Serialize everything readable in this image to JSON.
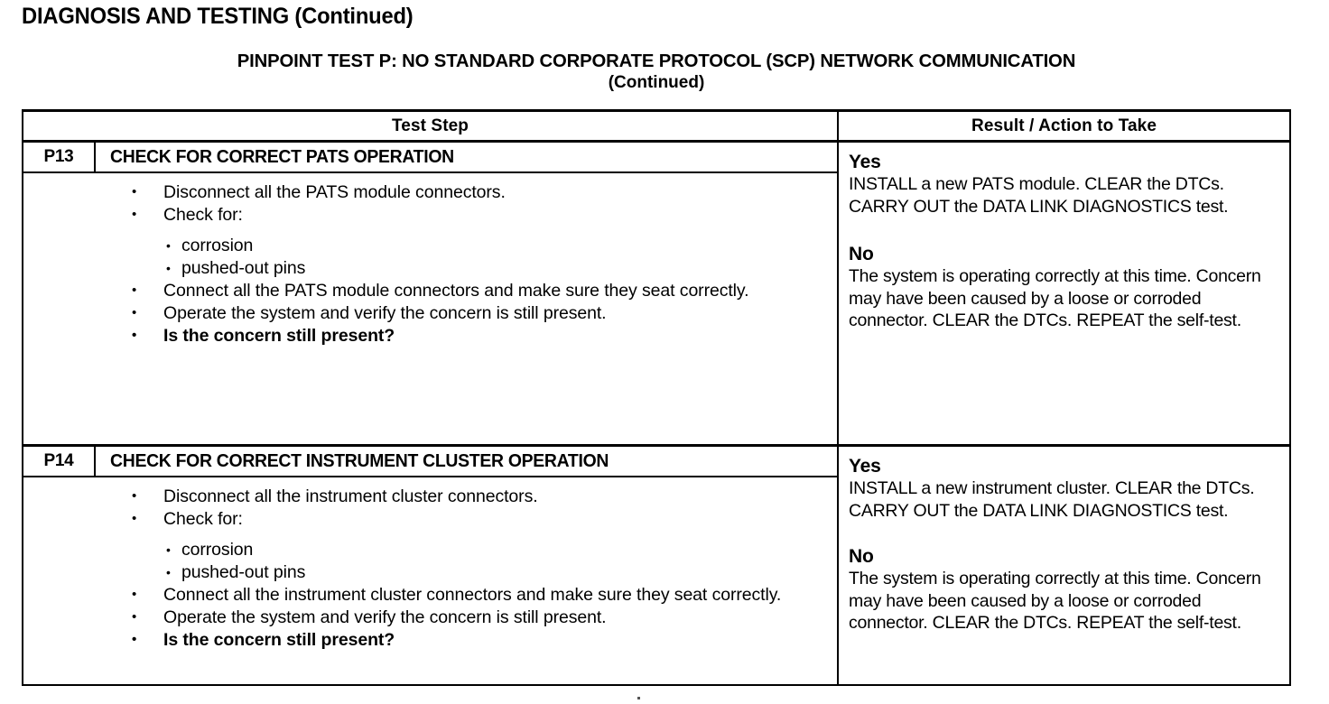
{
  "page": {
    "title": "DIAGNOSIS AND TESTING (Continued)",
    "subtitle_line1": "PINPOINT TEST P: NO STANDARD CORPORATE PROTOCOL (SCP) NETWORK COMMUNICATION",
    "subtitle_line2": "(Continued)"
  },
  "table": {
    "headers": {
      "test_step": "Test Step",
      "result_action": "Result / Action to Take"
    },
    "steps": [
      {
        "code": "P13",
        "title": "CHECK FOR CORRECT PATS OPERATION",
        "bullets": [
          {
            "kind": "bullet",
            "text": "Disconnect all the PATS module connectors.",
            "bold": false
          },
          {
            "kind": "bullet",
            "text": "Check for:",
            "bold": false
          },
          {
            "kind": "subbullet",
            "text": "corrosion"
          },
          {
            "kind": "subbullet",
            "text": "pushed-out pins"
          },
          {
            "kind": "bullet",
            "text": "Connect all the PATS module connectors and make sure they seat correctly.",
            "bold": false
          },
          {
            "kind": "bullet",
            "text": "Operate the system and verify the concern is still present.",
            "bold": false
          },
          {
            "kind": "bullet",
            "text": "Is the concern still present?",
            "bold": true
          }
        ],
        "results": [
          {
            "answer": "Yes",
            "text": "INSTALL a new PATS module. CLEAR the DTCs. CARRY OUT the DATA LINK DIAGNOSTICS test."
          },
          {
            "answer": "No",
            "text": "The system is operating correctly at this time. Concern may have been caused by a loose or corroded connector. CLEAR the DTCs. REPEAT the self-test."
          }
        ]
      },
      {
        "code": "P14",
        "title": "CHECK FOR CORRECT INSTRUMENT CLUSTER OPERATION",
        "bullets": [
          {
            "kind": "bullet",
            "text": "Disconnect all the instrument cluster connectors.",
            "bold": false
          },
          {
            "kind": "bullet",
            "text": "Check for:",
            "bold": false
          },
          {
            "kind": "subbullet",
            "text": "corrosion"
          },
          {
            "kind": "subbullet",
            "text": "pushed-out pins"
          },
          {
            "kind": "bullet",
            "text": "Connect all the instrument cluster connectors and make sure they seat correctly.",
            "bold": false
          },
          {
            "kind": "bullet",
            "text": "Operate the system and verify the concern is still present.",
            "bold": false
          },
          {
            "kind": "bullet",
            "text": "Is the concern still present?",
            "bold": true
          }
        ],
        "results": [
          {
            "answer": "Yes",
            "text": "INSTALL a new instrument cluster. CLEAR the DTCs. CARRY OUT the DATA LINK DIAGNOSTICS test."
          },
          {
            "answer": "No",
            "text": "The system is operating correctly at this time. Concern may have been caused by a loose or corroded connector. CLEAR the DTCs. REPEAT the self-test."
          }
        ]
      }
    ]
  },
  "colors": {
    "ink": "#000000",
    "paper": "#ffffff"
  }
}
